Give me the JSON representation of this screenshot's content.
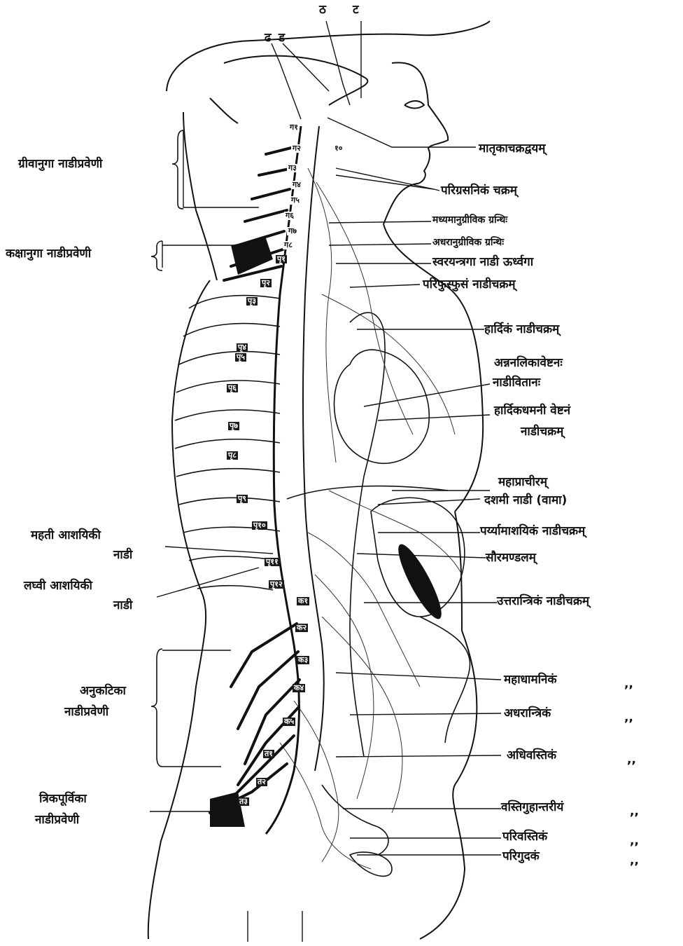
{
  "top_letters": [
    "ठ",
    "ट",
    "ढ",
    "ड"
  ],
  "vertebra_labels": {
    "cervical": [
      "ग२",
      "ग३",
      "ग४",
      "ग५",
      "ग६",
      "ग७",
      "ग८"
    ],
    "thoracic": [
      "पृ१",
      "पृ२",
      "पृ३",
      "पृ४",
      "पृ५",
      "पृ६",
      "पृ७",
      "पृ८",
      "पृ९",
      "पृ१०",
      "पृ११",
      "पृ१२"
    ],
    "lumbar": [
      "क१",
      "क२",
      "क३",
      "क४",
      "क५"
    ],
    "sacral": [
      "त१",
      "त२",
      "त३"
    ]
  },
  "small_marks": [
    "१०",
    "ग१"
  ],
  "left_labels": {
    "cervical_plexus": "ग्रीवानुगा नाडीप्रवेणी",
    "brachial_plexus": "कक्षानुगा नाडीप्रवेणी",
    "greater_splanchnic_line1": "महती आशयिकी",
    "greater_splanchnic_line2": "नाडी",
    "lesser_splanchnic_line1": "लघ्वी आशयिकी",
    "lesser_splanchnic_line2": "नाडी",
    "lumbar_plexus_line1": "अनुकटिका",
    "lumbar_plexus_line2": "नाडीप्रवेणी",
    "sacral_plexus_line1": "त्रिकपूर्विका",
    "sacral_plexus_line2": "नाडीप्रवेणी"
  },
  "right_labels": {
    "ciliary_ganglia": "मातृकाचक्रद्वयम्",
    "pharyngeal_plexus": "परिग्रसनिकं चक्रम्",
    "middle_cervical_ganglion": "मध्यमानुग्रीविक ग्रन्थिः",
    "inferior_cervical_ganglion": "अधरानुग्रीविक ग्रन्थिः",
    "laryngeal_nerve": "स्वरयन्त्रगा नाडी ऊर्ध्वगा",
    "pulmonary_plexus": "परिफुस्फुसं नाडीचक्रम्",
    "cardiac_plexus": "हार्दिकं नाडीचक्रम्",
    "esophageal_line1": "अन्ननलिकावेष्टनः",
    "esophageal_line2": "नाडीवितानः",
    "coronary_line1": "हार्दिकधमनी वेष्टनं",
    "coronary_line2": "नाडीचक्रम्",
    "diaphragm": "महाप्राचीरम्",
    "vagus_left": "दशमी नाडी (वामा)",
    "gastric_plexus": "पर्य्यामाशयिकं नाडीचक्रम्",
    "solar_plexus": "सौरमण्डलम्",
    "superior_mesenteric": "उत्तरान्त्रिकं नाडीचक्रम्",
    "aortic_plexus": "महाधामनिकं",
    "inferior_mesenteric": "अधरान्त्रिकं",
    "hypogastric": "अधिवस्तिकं",
    "vesico_rectal": "वस्तिगुहान्तरीयं",
    "vesical": "परिवस्तिकं",
    "rectal": "परिगुदकं"
  },
  "ditto_mark": ",,",
  "colors": {
    "ink": "#111111",
    "paper": "#ffffff",
    "shade": "#555555"
  }
}
